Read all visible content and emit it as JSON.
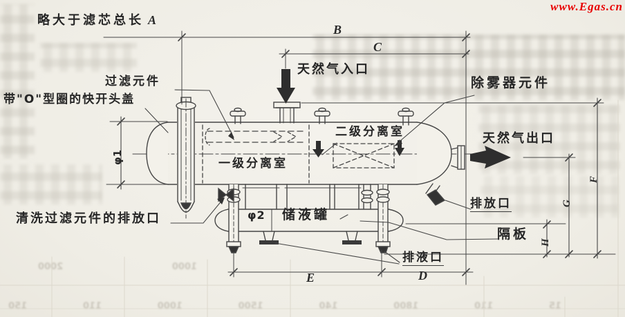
{
  "watermark": "www.Egas.cn",
  "colors": {
    "watermark_red": "#e80000",
    "ink": "#424242",
    "paper": "#f1efe8"
  },
  "dim_letters": {
    "a": "A",
    "b": "B",
    "c": "C",
    "d": "D",
    "e": "E",
    "f": "F",
    "g": "G",
    "h": "H"
  },
  "diameters": {
    "phi1": "φ1",
    "phi2": "φ2"
  },
  "labels": {
    "note_total_length": "略大于滤芯总长",
    "gas_inlet": "天然气入口",
    "filter_element": "过滤元件",
    "quick_open_head": "带\"O\"型圈的快开头盖",
    "demister_element": "除雾器元件",
    "secondary_separation_chamber": "二级分离室",
    "gas_outlet": "天然气出口",
    "primary_separation_chamber": "一级分离室",
    "vent_port": "排放口",
    "cleaning_drain_port": "清洗过滤元件的排放口",
    "liquid_storage_tank": "储液罐",
    "baffle": "隔板",
    "liquid_drain_port": "排液口"
  },
  "background_bleed": {
    "row_top": [
      "1000",
      "2000"
    ],
    "row_bottom": [
      "15",
      "110",
      "1800",
      "140",
      "1500",
      "1000",
      "110",
      "150"
    ]
  }
}
